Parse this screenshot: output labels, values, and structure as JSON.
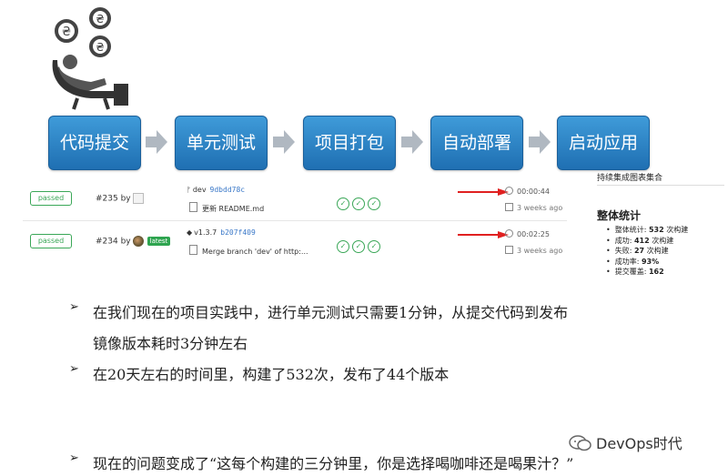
{
  "pipeline": {
    "stages": [
      "代码提交",
      "单元测试",
      "项目打包",
      "自动部署",
      "启动应用"
    ],
    "stage_color": "#2b84c6",
    "arrow_color": "#b0b8c1"
  },
  "builds": [
    {
      "status": "passed",
      "number": "#235 by",
      "ref": "dev",
      "sha": "9dbdd78c",
      "message": "更新 README.md",
      "duration": "00:00:44",
      "when": "3 weeks ago",
      "latest": ""
    },
    {
      "status": "passed",
      "number": "#234 by",
      "ref": "v1.3.7",
      "sha": "b207f409",
      "message": "Merge branch 'dev' of http:...",
      "duration": "00:02:25",
      "when": "3 weeks ago",
      "latest": "latest"
    }
  ],
  "side_panel": {
    "title": "持续集成图表集合",
    "heading": "整体统计",
    "stats": [
      {
        "label": "整体统计:",
        "value": "532",
        "unit": "次构建"
      },
      {
        "label": "成功:",
        "value": "412",
        "unit": "次构建"
      },
      {
        "label": "失败:",
        "value": "27",
        "unit": "次构建"
      },
      {
        "label": "成功率:",
        "value": "93%",
        "unit": ""
      },
      {
        "label": "提交覆盖:",
        "value": "162",
        "unit": ""
      }
    ]
  },
  "bullets": {
    "b1_line1": "在我们现在的项目实践中，进行单元测试只需要1分钟，从提交代码到发布",
    "b1_line2": "镜像版本耗时3分钟左右",
    "b2": "在20天左右的时间里，构建了532次，发布了44个版本",
    "b3": "现在的问题变成了“这每个构建的三分钟里，你是选择喝咖啡还是喝果汁？”",
    "marker": "➢"
  },
  "watermark": "DevOps时代",
  "colors": {
    "passed": "#3aa757",
    "sha": "#3a78c8",
    "red_arrow": "#e02020"
  }
}
